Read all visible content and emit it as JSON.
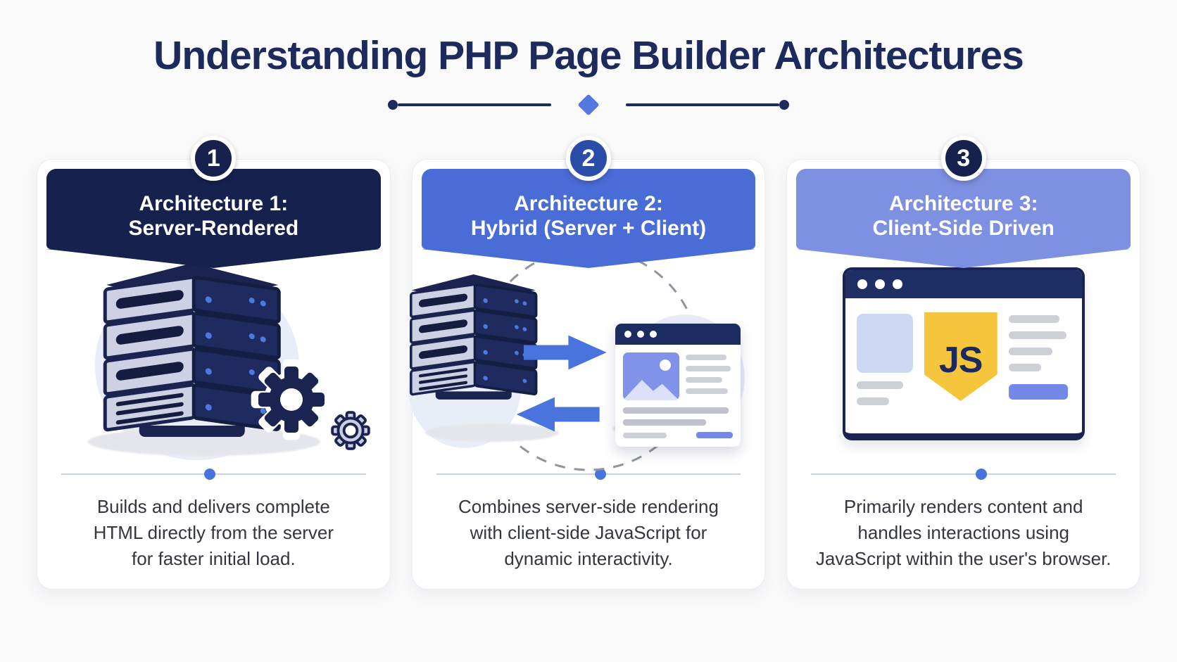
{
  "title": "Understanding PHP Page Builder Architectures",
  "colors": {
    "background": "#fafafb",
    "title_text": "#1c2a5c",
    "body_text": "#34363e",
    "divider_line": "#c9d2ea",
    "divider_dot": "#4674dc",
    "arrow_blue": "#4a74dd",
    "js_badge_yellow": "#f5c63c",
    "navy": "#1b2450"
  },
  "cards": [
    {
      "number": "1",
      "number_color": "#16214e",
      "header_color": "#16214e",
      "title_line1": "Architecture 1:",
      "title_line2": "Server-Rendered",
      "description_lines": [
        "Builds and delivers complete",
        "HTML directly from the server",
        "for faster initial load."
      ],
      "illustration": "server-stack-with-gears"
    },
    {
      "number": "2",
      "number_color": "#2a4da8",
      "header_color": "#4a6cd6",
      "title_line1": "Architecture 2:",
      "title_line2": "Hybrid (Server + Client)",
      "description_lines": [
        "Combines server-side rendering",
        "with client-side JavaScript for",
        "dynamic interactivity."
      ],
      "illustration": "server-browser-exchange"
    },
    {
      "number": "3",
      "number_color": "#16214e",
      "header_color": "#7e90e2",
      "title_line1": "Architecture 3:",
      "title_line2": "Client-Side Driven",
      "description_lines": [
        "Primarily renders content and",
        "handles interactions using",
        "JavaScript within the user's browser."
      ],
      "illustration": "browser-with-js-badge",
      "badge_label": "JS"
    }
  ]
}
